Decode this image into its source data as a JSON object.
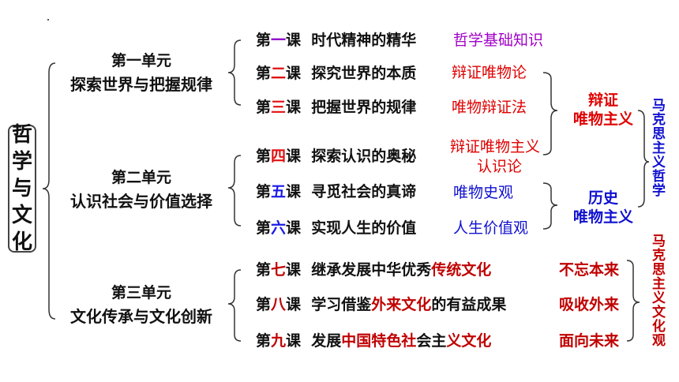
{
  "root": [
    "哲",
    "学",
    "与",
    "文",
    "化"
  ],
  "units": [
    {
      "title": "第一单元",
      "name": "探索世界与把握规律"
    },
    {
      "title": "第二单元",
      "name": "认识社会与价值选择"
    },
    {
      "title": "第三单元",
      "name": "文化传承与文化创新"
    }
  ],
  "lessons": [
    {
      "pre": "第",
      "num": "一",
      "post": "课",
      "title": "时代精神的精华",
      "color": "purple"
    },
    {
      "pre": "第",
      "num": "二",
      "post": "课",
      "title": "探究世界的本质",
      "color": "red"
    },
    {
      "pre": "第",
      "num": "三",
      "post": "课",
      "title": "把握世界的规律",
      "color": "red"
    },
    {
      "pre": "第",
      "num": "四",
      "post": "课",
      "title": "探索认识的奥秘",
      "color": "red"
    },
    {
      "pre": "第",
      "num": "五",
      "post": "课",
      "title": "寻觅社会的真谛",
      "color": "blue"
    },
    {
      "pre": "第",
      "num": "六",
      "post": "课",
      "title": "实现人生的价值",
      "color": "blue"
    },
    {
      "pre": "第",
      "num": "七",
      "post": "课",
      "t1": "继承发展中华优秀",
      "t2": "传统文化",
      "t3": ""
    },
    {
      "pre": "第",
      "num": "八",
      "post": "课",
      "t1": "学习借鉴",
      "t2": "外来文化",
      "t3": "的有益成果"
    },
    {
      "pre": "第",
      "num": "九",
      "post": "课",
      "t1": "发展",
      "t2": "中国特色社",
      "t3": "会主",
      "t4": "义文化"
    }
  ],
  "notes": [
    "哲学基础知识",
    "辩证唯物论",
    "唯物辩证法",
    "辩证唯物主义",
    "认识论",
    "唯物史观",
    "人生价值观"
  ],
  "groups": {
    "dialectical": [
      "辩证",
      "唯物主义"
    ],
    "historical": [
      "历史",
      "唯物主义"
    ]
  },
  "vertical": {
    "marxist_philosophy": "马克思主义哲学",
    "marxist_culture": "马克思主义文化观"
  },
  "spirits": [
    "不忘本来",
    "吸收外来",
    "面向未来"
  ]
}
